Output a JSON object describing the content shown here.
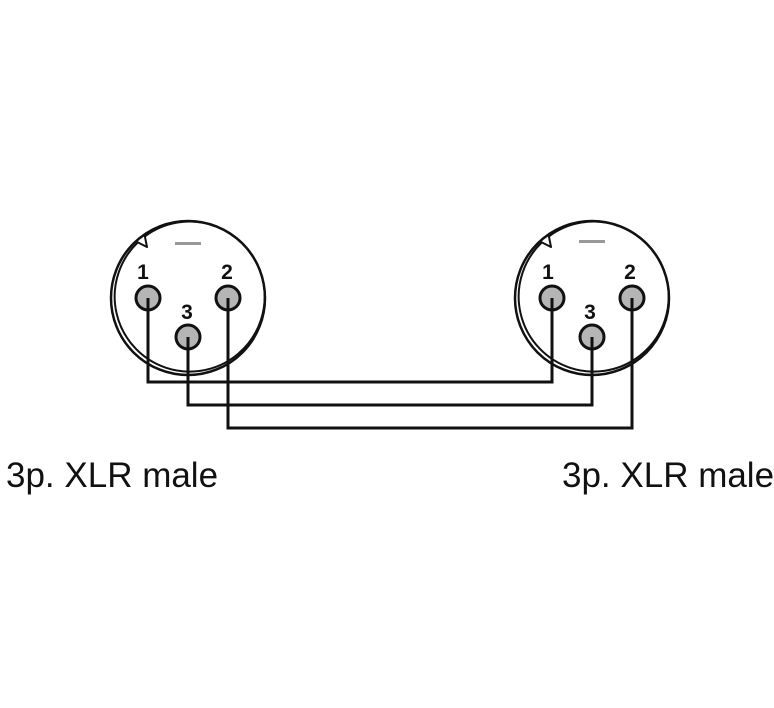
{
  "connectors": [
    {
      "caption": "3p. XLR male",
      "pins": {
        "p1": "1",
        "p2": "2",
        "p3": "3"
      }
    },
    {
      "caption": "3p. XLR male",
      "pins": {
        "p1": "1",
        "p2": "2",
        "p3": "3"
      }
    }
  ],
  "colors": {
    "line": "#111111",
    "pin_fill": "#b5b5b5",
    "pin_outline": "#111111",
    "key_mark": "#999999",
    "background": "#ffffff"
  }
}
